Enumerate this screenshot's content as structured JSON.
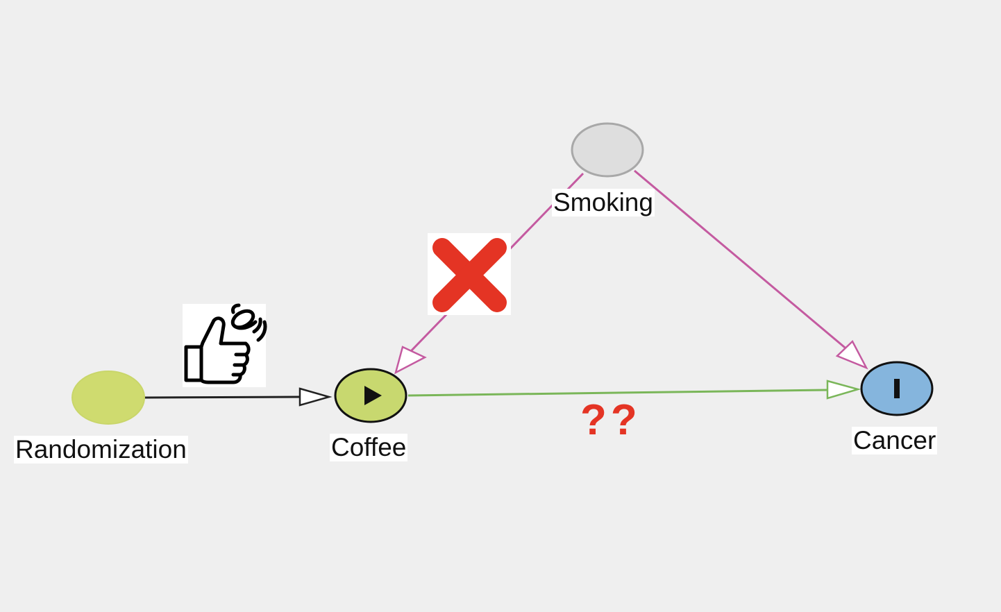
{
  "nodes": {
    "randomization": {
      "label": "Randomization",
      "color": "#cfdb6f"
    },
    "coffee": {
      "label": "Coffee",
      "color": "#c8d86f",
      "role": "exposure"
    },
    "smoking": {
      "label": "Smoking",
      "color": "#dedede"
    },
    "cancer": {
      "label": "Cancer",
      "color": "#85b5dd",
      "role": "outcome"
    }
  },
  "edges": [
    {
      "from": "Randomization",
      "to": "Coffee",
      "color": "#222222"
    },
    {
      "from": "Smoking",
      "to": "Coffee",
      "color": "#c45aa0",
      "status": "blocked"
    },
    {
      "from": "Smoking",
      "to": "Cancer",
      "color": "#c45aa0"
    },
    {
      "from": "Coffee",
      "to": "Cancer",
      "color": "#7ab659"
    }
  ],
  "annotations": {
    "question_marks": "??",
    "blocked_icon": "red-x-icon",
    "coin_flip_icon": "thumb-coin-flip-icon",
    "accent_red": "#e43424"
  }
}
